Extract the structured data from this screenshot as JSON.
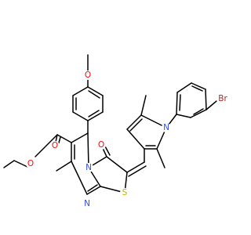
{
  "molecule": {
    "atoms": {
      "o_methoxy": {
        "text": "O",
        "color": "#ff0d0d"
      },
      "br": {
        "text": "Br",
        "color": "#a62929"
      },
      "n_pyrrole": {
        "text": "N",
        "color": "#3050f8"
      },
      "o_ketone": {
        "text": "O",
        "color": "#ff0d0d"
      },
      "o_ester_carbonyl": {
        "text": "O",
        "color": "#ff0d0d"
      },
      "o_ester_ether": {
        "text": "O",
        "color": "#ff0d0d"
      },
      "n_ring_fusion": {
        "text": "N",
        "color": "#3050f8"
      },
      "n_pyrimidine": {
        "text": "N",
        "color": "#3050f8"
      },
      "s_thiazole": {
        "text": "S",
        "color": "#b8b800"
      }
    }
  }
}
